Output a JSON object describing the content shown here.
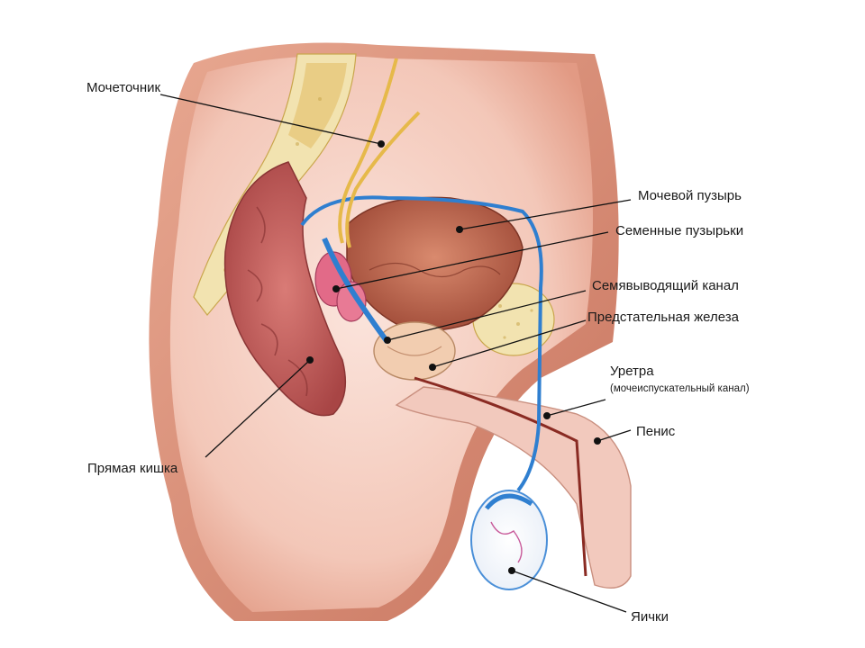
{
  "diagram": {
    "labels": {
      "ureter": "Мочеточник",
      "bladder": "Мочевой пузырь",
      "seminal_vesicles": "Семенные пузырьки",
      "vas_deferens": "Семявыводящий канал",
      "prostate": "Предстательная железа",
      "urethra": "Уретра",
      "urethra_note": "(мочеиспускательный канал)",
      "penis": "Пенис",
      "rectum": "Прямая кишка",
      "testicle": "Яички"
    },
    "colors": {
      "skin": "#f7d6cc",
      "tissue": "#e9a893",
      "tissue_dark": "#c9765f",
      "bone": "#f2e3b0",
      "bone_core": "#e6c77a",
      "rectum": "#c85a5a",
      "bladder": "#c46a55",
      "vessel_blue": "#2f7fd0",
      "ureter_yellow": "#e6b94a",
      "seminal": "#e26a88"
    }
  }
}
